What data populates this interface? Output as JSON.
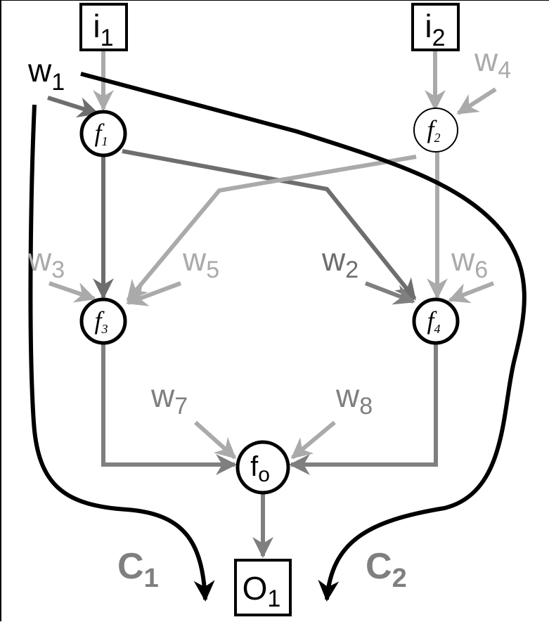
{
  "colors": {
    "black": "#000000",
    "dark_gray": "#6e6e6e",
    "mid_gray": "#7f7f7f",
    "light_gray": "#aaaaaa"
  },
  "inputs": [
    {
      "base": "i",
      "sub": "1"
    },
    {
      "base": "i",
      "sub": "2"
    }
  ],
  "output": {
    "base": "O",
    "sub": "1"
  },
  "nodes": [
    {
      "base": "f",
      "sub": "1"
    },
    {
      "base": "f",
      "sub": "2"
    },
    {
      "base": "f",
      "sub": "3"
    },
    {
      "base": "f",
      "sub": "4"
    },
    {
      "base": "f",
      "sub": "o"
    }
  ],
  "weights": [
    {
      "base": "w",
      "sub": "1"
    },
    {
      "base": "w",
      "sub": "2"
    },
    {
      "base": "w",
      "sub": "3"
    },
    {
      "base": "w",
      "sub": "4"
    },
    {
      "base": "w",
      "sub": "5"
    },
    {
      "base": "w",
      "sub": "6"
    },
    {
      "base": "w",
      "sub": "7"
    },
    {
      "base": "w",
      "sub": "8"
    }
  ],
  "cuts": [
    {
      "base": "C",
      "sub": "1"
    },
    {
      "base": "C",
      "sub": "2"
    }
  ]
}
